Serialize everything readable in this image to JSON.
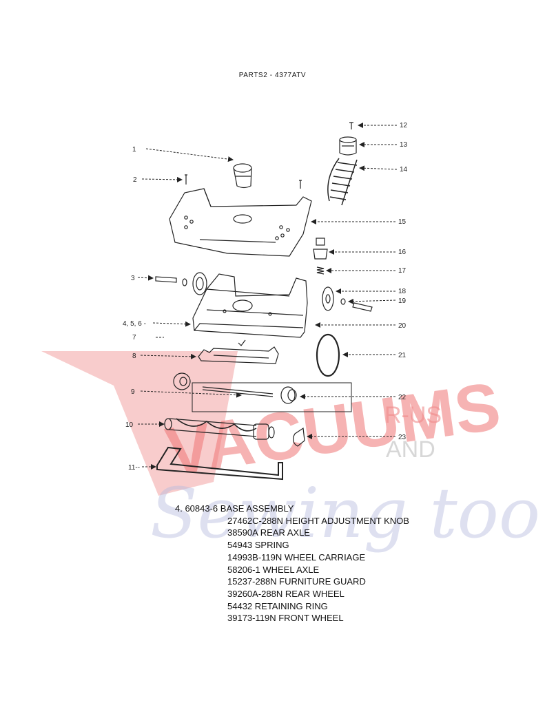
{
  "page": {
    "title": "PARTS2 - 4377ATV"
  },
  "watermark": {
    "brand_line1": "VACUUMS",
    "brand_suffix": "R-US",
    "brand_and": "AND",
    "brand_line2": "Sewing too",
    "colors": {
      "red": "#ee6b6b",
      "gray": "#b4b4b4",
      "blue": "#b7bcde"
    }
  },
  "callouts": [
    {
      "label": "1"
    },
    {
      "label": "2"
    },
    {
      "label": "3"
    },
    {
      "label": "4, 5, 6 -"
    },
    {
      "label": "7"
    },
    {
      "label": "8"
    },
    {
      "label": "9"
    },
    {
      "label": "10"
    },
    {
      "label": "11--"
    },
    {
      "label": "12"
    },
    {
      "label": "13"
    },
    {
      "label": "14"
    },
    {
      "label": "15"
    },
    {
      "label": "16"
    },
    {
      "label": "17"
    },
    {
      "label": "18"
    },
    {
      "label": "19"
    },
    {
      "label": "20"
    },
    {
      "label": "21"
    },
    {
      "label": "22"
    },
    {
      "label": "23"
    }
  ],
  "parts_list": {
    "heading": "4.  60843-6  BASE ASSEMBLY",
    "items": [
      "27462C-288N  HEIGHT ADJUSTMENT KNOB",
      "38590A REAR AXLE",
      "54943  SPRING",
      "14993B-119N  WHEEL CARRIAGE",
      "58206-1  WHEEL AXLE",
      "15237-288N  FURNITURE GUARD",
      "39260A-288N  REAR WHEEL",
      "54432  RETAINING RING",
      "39173-119N  FRONT WHEEL"
    ]
  }
}
